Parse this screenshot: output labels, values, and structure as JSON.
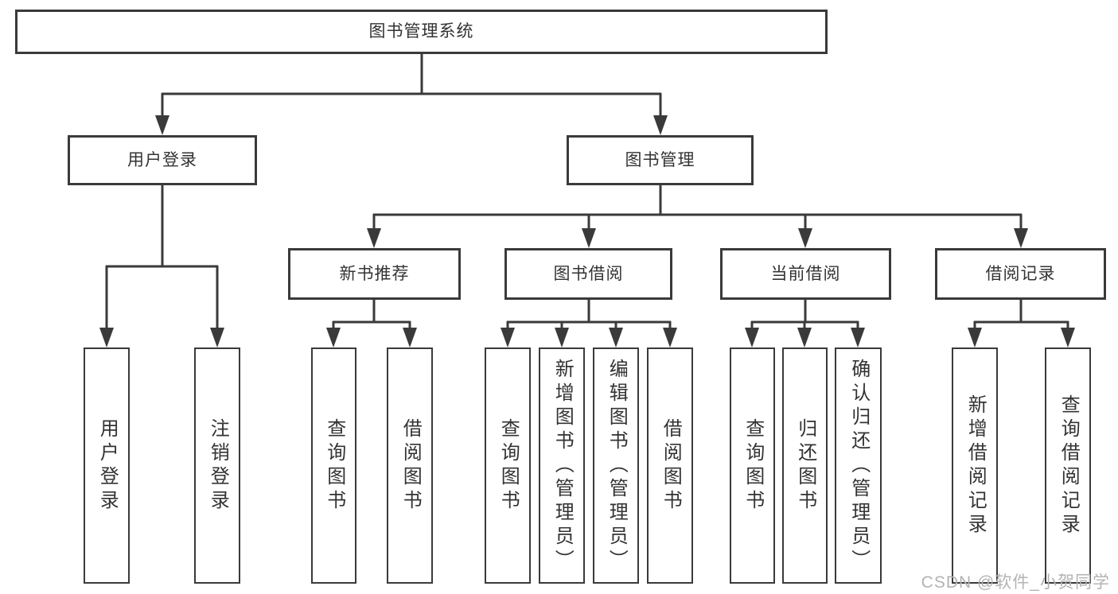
{
  "colors": {
    "line": "#3a3a3a",
    "box_border": "#3a3a3a",
    "box_fill": "#ffffff",
    "text": "#333333",
    "watermark": "#b3b3b3",
    "background": "#ffffff"
  },
  "watermark": "CSDN @软件_小贺同学",
  "tree": {
    "root": {
      "label": "图书管理系统",
      "children": [
        {
          "label": "用户登录",
          "children": [
            {
              "label": "用户登录"
            },
            {
              "label": "注销登录"
            }
          ]
        },
        {
          "label": "图书管理",
          "children": [
            {
              "label": "新书推荐",
              "children": [
                {
                  "label": "查询图书"
                },
                {
                  "label": "借阅图书"
                }
              ]
            },
            {
              "label": "图书借阅",
              "children": [
                {
                  "label": "查询图书"
                },
                {
                  "label": "新增图书（管理员）"
                },
                {
                  "label": "编辑图书（管理员）"
                },
                {
                  "label": "借阅图书"
                }
              ]
            },
            {
              "label": "当前借阅",
              "children": [
                {
                  "label": "查询图书"
                },
                {
                  "label": "归还图书"
                },
                {
                  "label": "确认归还（管理员）"
                }
              ]
            },
            {
              "label": "借阅记录",
              "children": [
                {
                  "label": "新增借阅记录"
                },
                {
                  "label": "查询借阅记录"
                }
              ]
            }
          ]
        }
      ]
    }
  }
}
